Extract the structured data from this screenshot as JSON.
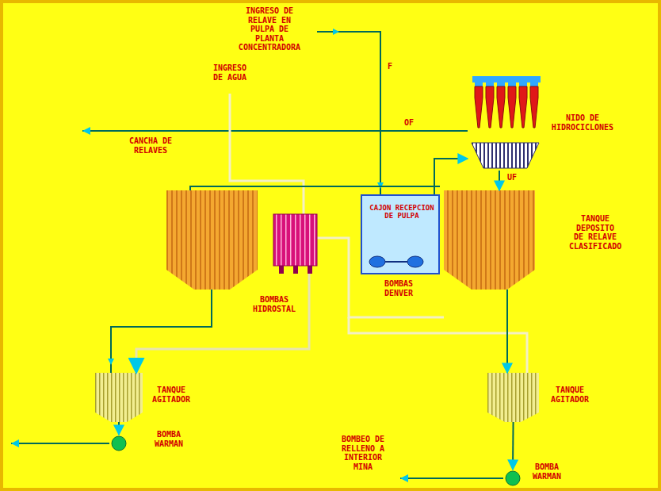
{
  "diagram": {
    "nodes": [
      {
        "text": [
          "CAJON RECEPCION DE PULPA"
        ]
      },
      {
        "text": [
          "BOMBAS DENVER"
        ],
        "in": 0
      },
      {
        "text": [
          "NIDO DE HIDROCICLONES"
        ]
      },
      {
        "text": [
          "TANQUE DEPOSITO DE RELAVE CLASIFICADO"
        ]
      },
      {
        "text": [
          "BOMBAS HIDROSTAL"
        ]
      },
      {
        "text": [
          "TANQUE AGITADOR"
        ]
      },
      {
        "text": [
          "BOMBA WARMAN"
        ]
      },
      {
        "text": [
          "TANQUE AGITADOR"
        ]
      },
      {
        "text": [
          "BOMBA WARMAN"
        ]
      }
    ],
    "edges": [
      {
        "from": 1,
        "to": 2,
        "arrow": "to"
      },
      {
        "from": 2,
        "to": 3,
        "label": "UF",
        "arrow": "to"
      },
      {
        "from": 3,
        "to": 7,
        "arrow": "to"
      },
      {
        "from": 5,
        "to": 6,
        "arrow": "to"
      },
      {
        "from": 7,
        "to": 8,
        "arrow": "to"
      },
      {
        "from": 4,
        "to": 5,
        "arrow": "to"
      }
    ],
    "labels": [
      "INGRESO DE RELAVE EN PULPA DE PLANTA CONCENTRADORA",
      "F",
      "INGRESO DE AGUA",
      "CANCHA DE RELAVES",
      "OF",
      "BOMBEO DE RELLENO A INTERIOR MINA"
    ]
  }
}
